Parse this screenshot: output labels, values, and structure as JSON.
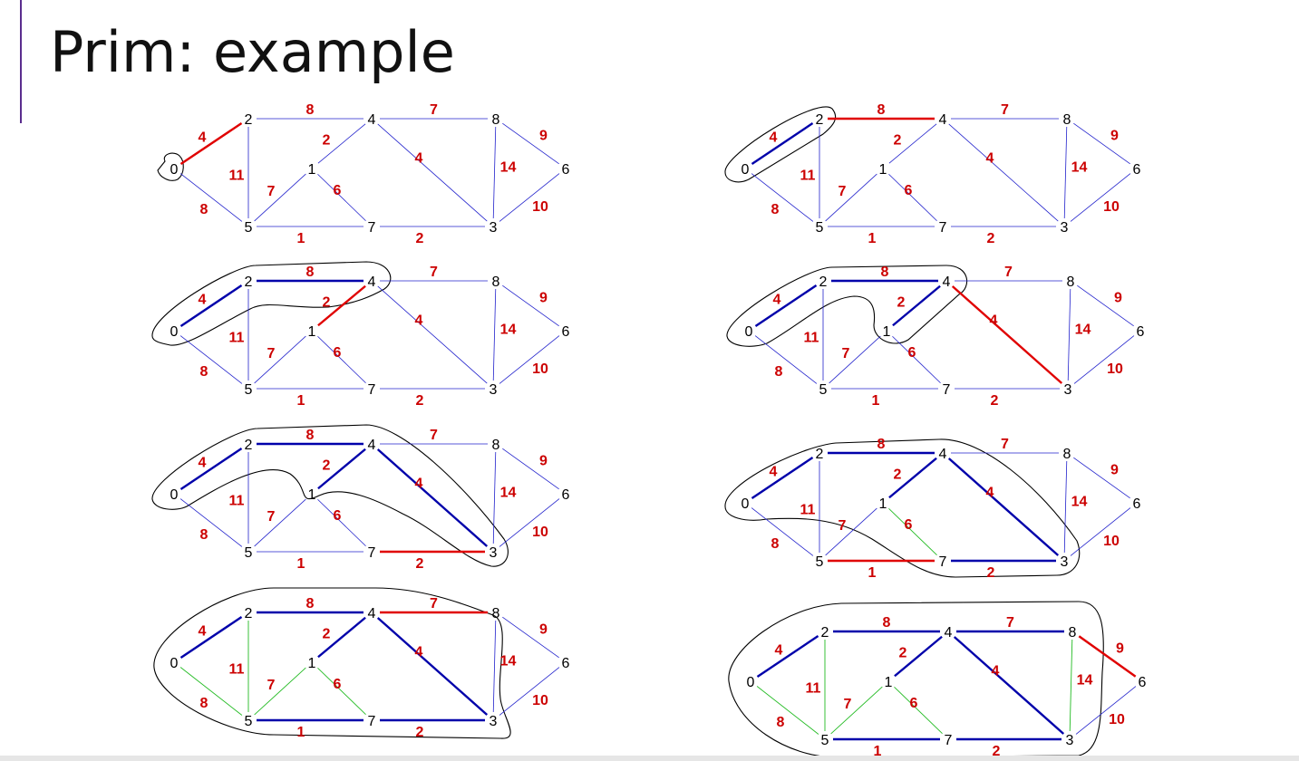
{
  "title": "Prim: example",
  "colors": {
    "accent": "#5b2d8e",
    "unvisited_edge": "#2222cc",
    "tree_edge": "#0000aa",
    "candidate_edge": "#e00000",
    "rejected_edge": "#22bb22",
    "weight_label": "#cc0000",
    "node_label": "#000000",
    "cut_outline": "#000000"
  },
  "graph": {
    "nodes": [
      "0",
      "1",
      "2",
      "3",
      "4",
      "5",
      "6",
      "7",
      "8"
    ],
    "edges": [
      {
        "u": "0",
        "v": "2",
        "w": "4"
      },
      {
        "u": "0",
        "v": "5",
        "w": "8"
      },
      {
        "u": "2",
        "v": "4",
        "w": "8"
      },
      {
        "u": "2",
        "v": "5",
        "w": "11"
      },
      {
        "u": "4",
        "v": "1",
        "w": "2"
      },
      {
        "u": "4",
        "v": "8",
        "w": "7"
      },
      {
        "u": "4",
        "v": "3",
        "w": "4"
      },
      {
        "u": "1",
        "v": "5",
        "w": "7"
      },
      {
        "u": "1",
        "v": "7",
        "w": "6"
      },
      {
        "u": "5",
        "v": "7",
        "w": "1"
      },
      {
        "u": "7",
        "v": "3",
        "w": "2"
      },
      {
        "u": "8",
        "v": "3",
        "w": "14"
      },
      {
        "u": "8",
        "v": "6",
        "w": "9"
      },
      {
        "u": "3",
        "v": "6",
        "w": "10"
      }
    ]
  },
  "steps": [
    {
      "tree": [],
      "candidate": "0-2",
      "rejected": [],
      "visited": [
        "0"
      ]
    },
    {
      "tree": [
        "0-2"
      ],
      "candidate": "2-4",
      "rejected": [],
      "visited": [
        "0",
        "2"
      ]
    },
    {
      "tree": [
        "0-2",
        "2-4"
      ],
      "candidate": "4-1",
      "rejected": [],
      "visited": [
        "0",
        "2",
        "4"
      ]
    },
    {
      "tree": [
        "0-2",
        "2-4",
        "4-1"
      ],
      "candidate": "4-3",
      "rejected": [],
      "visited": [
        "0",
        "2",
        "4",
        "1"
      ]
    },
    {
      "tree": [
        "0-2",
        "2-4",
        "4-1",
        "4-3"
      ],
      "candidate": "7-3",
      "rejected": [],
      "visited": [
        "0",
        "2",
        "4",
        "1",
        "3"
      ]
    },
    {
      "tree": [
        "0-2",
        "2-4",
        "4-1",
        "4-3",
        "7-3"
      ],
      "candidate": "5-7",
      "rejected": [
        "1-7"
      ],
      "visited": [
        "0",
        "2",
        "4",
        "1",
        "3",
        "7"
      ]
    },
    {
      "tree": [
        "0-2",
        "2-4",
        "4-1",
        "4-3",
        "7-3",
        "5-7"
      ],
      "candidate": "4-8",
      "rejected": [
        "1-7",
        "0-5",
        "2-5",
        "1-5"
      ],
      "visited": [
        "0",
        "2",
        "4",
        "1",
        "3",
        "7",
        "5"
      ]
    },
    {
      "tree": [
        "0-2",
        "2-4",
        "4-1",
        "4-3",
        "7-3",
        "5-7",
        "4-8"
      ],
      "candidate": "8-6",
      "rejected": [
        "1-7",
        "0-5",
        "2-5",
        "1-5",
        "8-3"
      ],
      "visited": [
        "0",
        "2",
        "4",
        "1",
        "3",
        "7",
        "5",
        "8"
      ]
    }
  ]
}
